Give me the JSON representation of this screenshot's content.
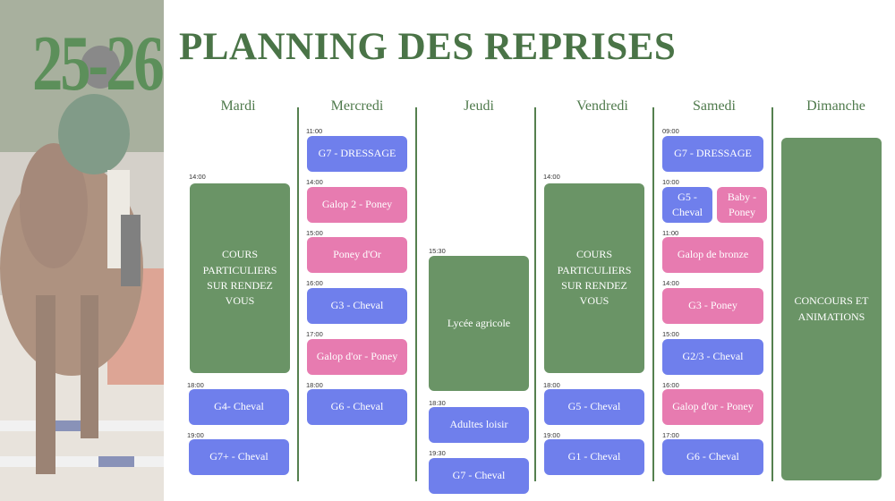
{
  "season": "25-26",
  "title": "PLANNING DES REPRISES",
  "colors": {
    "blue": "#6f7fec",
    "pink": "#e77bb0",
    "green": "#6a9466",
    "title": "#4a7447"
  },
  "days": [
    {
      "name": "Mardi",
      "slots": [
        {
          "time": "14:00",
          "label": "COURS PARTICULIERS SUR RENDEZ VOUS",
          "color": "green"
        },
        {
          "time": "18:00",
          "label": "G4- Cheval",
          "color": "blue"
        },
        {
          "time": "19:00",
          "label": "G7+ - Cheval",
          "color": "blue"
        }
      ]
    },
    {
      "name": "Mercredi",
      "slots": [
        {
          "time": "11:00",
          "label": "G7 - DRESSAGE",
          "color": "blue"
        },
        {
          "time": "14:00",
          "label": "Galop 2 - Poney",
          "color": "pink"
        },
        {
          "time": "15:00",
          "label": "Poney d'Or",
          "color": "pink"
        },
        {
          "time": "16:00",
          "label": "G3 - Cheval",
          "color": "blue"
        },
        {
          "time": "17:00",
          "label": "Galop d'or - Poney",
          "color": "pink"
        },
        {
          "time": "18:00",
          "label": "G6 - Cheval",
          "color": "blue"
        }
      ]
    },
    {
      "name": "Jeudi",
      "slots": [
        {
          "time": "15:30",
          "label": "Lycée agricole",
          "color": "green"
        },
        {
          "time": "18:30",
          "label": "Adultes loisir",
          "color": "blue"
        },
        {
          "time": "19:30",
          "label": "G7 - Cheval",
          "color": "blue"
        }
      ]
    },
    {
      "name": "Vendredi",
      "slots": [
        {
          "time": "14:00",
          "label": "COURS PARTICULIERS SUR RENDEZ VOUS",
          "color": "green"
        },
        {
          "time": "18:00",
          "label": "G5 - Cheval",
          "color": "blue"
        },
        {
          "time": "19:00",
          "label": "G1 - Cheval",
          "color": "blue"
        }
      ]
    },
    {
      "name": "Samedi",
      "slots": [
        {
          "time": "09:00",
          "label": "G7 - DRESSAGE",
          "color": "blue"
        },
        {
          "time": "10:00",
          "label": "G5 - Cheval",
          "color": "blue"
        },
        {
          "time": "",
          "label": "Baby - Poney",
          "color": "pink"
        },
        {
          "time": "11:00",
          "label": "Galop de bronze",
          "color": "pink"
        },
        {
          "time": "14:00",
          "label": "G3 - Poney",
          "color": "pink"
        },
        {
          "time": "15:00",
          "label": "G2/3 - Cheval",
          "color": "blue"
        },
        {
          "time": "16:00",
          "label": "Galop d'or - Poney",
          "color": "pink"
        },
        {
          "time": "17:00",
          "label": "G6 - Cheval",
          "color": "blue"
        }
      ]
    },
    {
      "name": "Dimanche",
      "slots": [
        {
          "time": "",
          "label": "CONCOURS ET ANIMATIONS",
          "color": "green"
        }
      ]
    }
  ]
}
